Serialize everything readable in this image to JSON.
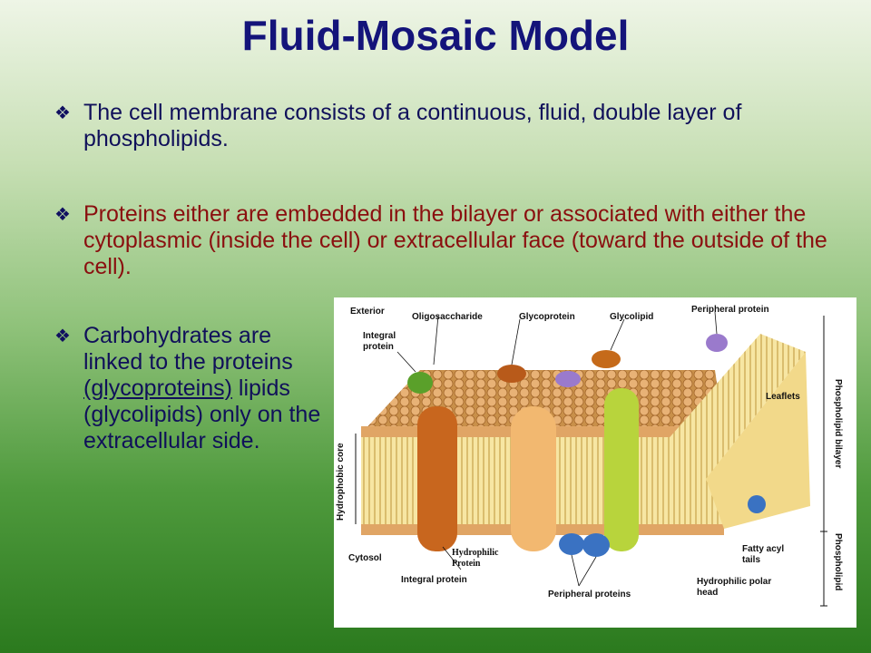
{
  "title": "Fluid-Mosaic Model",
  "bullets": [
    {
      "icon": "diamond-bullet-icon",
      "text": "The cell membrane consists of a continuous, fluid, double layer of phospholipids."
    },
    {
      "icon": "diamond-bullet-icon",
      "text": " Proteins either are embedded in the bilayer or associated with either the cytoplasmic (inside the cell) or extracellular face (toward the outside of the cell)."
    },
    {
      "icon": "diamond-bullet-icon",
      "text_before": "Carbohydrates are linked to the proteins ",
      "underlined": "(glycoproteins)",
      "text_after": " lipids (glycolipids) only on the extracellular side."
    }
  ],
  "colors": {
    "title": "#14147a",
    "bullet_blue": "#10105a",
    "bullet_red": "#8a0f0f"
  },
  "figure": {
    "labels": {
      "exterior": "Exterior",
      "oligosaccharide": "Oligosaccharide",
      "glycoprotein": "Glycoprotein",
      "glycolipid": "Glycolipid",
      "peripheral_protein": "Peripheral protein",
      "integral_protein_top_1": "Integral",
      "integral_protein_top_2": "protein",
      "leaflets": "Leaflets",
      "phospholipid_bilayer": "Phospholipid bilayer",
      "hydrophobic_core": "Hydrophobic core",
      "cytosol": "Cytosol",
      "hydrophilic_protein_1": "Hydrophilic",
      "hydrophilic_protein_2": "Protein",
      "integral_protein_bottom": "Integral protein",
      "peripheral_proteins": "Peripheral proteins",
      "fatty_acyl_tails_1": "Fatty acyl",
      "fatty_acyl_tails_2": "tails",
      "hydrophilic_polar_head_1": "Hydrophilic polar",
      "hydrophilic_polar_head_2": "head",
      "phospholipid": "Phospholipid"
    }
  }
}
